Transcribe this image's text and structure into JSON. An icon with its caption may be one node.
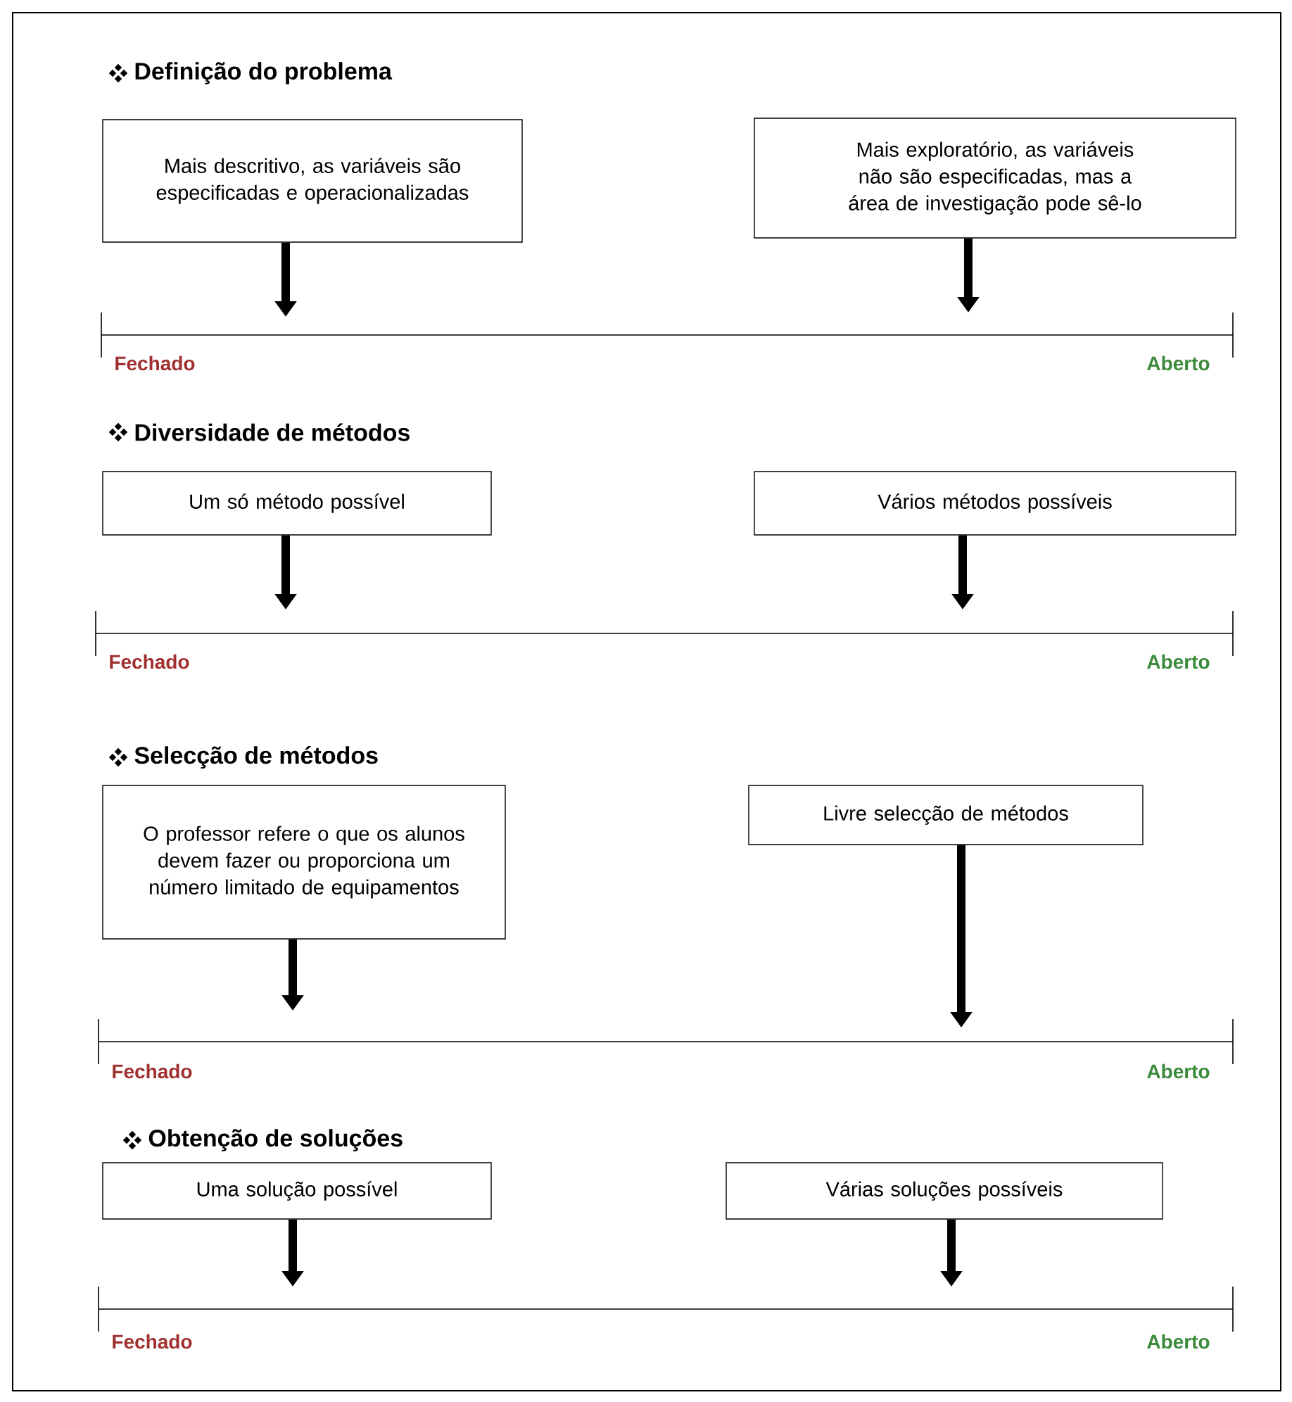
{
  "diagram": {
    "nodes": [
      {
        "text": [
          "Mais descritivo, as variáveis são especificadas e operacionalizadas"
        ]
      },
      {
        "text": [
          "Mais exploratório, as variáveis não são especificadas, mas a área de investigação pode sê-lo"
        ]
      },
      {
        "text": [
          "Um só método possível"
        ]
      },
      {
        "text": [
          "Vários métodos possíveis"
        ]
      },
      {
        "text": [
          "O professor refere o que os alunos devem fazer ou proporciona um número limitado de equipamentos"
        ]
      },
      {
        "text": [
          "Livre selecção de métodos"
        ]
      },
      {
        "text": [
          "Uma solução possível"
        ]
      },
      {
        "text": [
          "Várias soluções possíveis"
        ]
      }
    ],
    "edges": [
      {
        "from": 0,
        "to": null,
        "arrow": "to"
      },
      {
        "from": 1,
        "to": null,
        "arrow": "to"
      },
      {
        "from": 2,
        "to": null,
        "arrow": "to"
      },
      {
        "from": 3,
        "to": null,
        "arrow": "to"
      },
      {
        "from": 4,
        "to": null,
        "arrow": "to"
      },
      {
        "from": 5,
        "to": null,
        "arrow": "to"
      },
      {
        "from": 6,
        "to": null,
        "arrow": "to"
      },
      {
        "from": 7,
        "to": null,
        "arrow": "to"
      }
    ],
    "labels": [
      "Definição do problema",
      "Fechado",
      "Aberto",
      "Diversidade de métodos",
      "Fechado",
      "Aberto",
      "Selecção de métodos",
      "Fechado",
      "Aberto",
      "Obtenção de soluções",
      "Fechado",
      "Aberto"
    ]
  }
}
